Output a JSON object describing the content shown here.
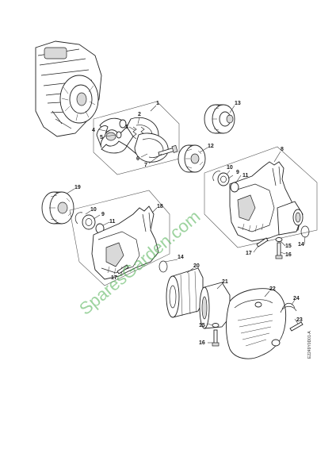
{
  "labels": {
    "l1": "1",
    "l2": "2",
    "l3": "3",
    "l4": "4",
    "l5": "5",
    "l6": "6",
    "l7": "7",
    "l8": "8",
    "l9a": "9",
    "l9b": "9",
    "l10a": "10",
    "l10b": "10",
    "l11a": "11",
    "l11b": "11",
    "l12": "12",
    "l13": "13",
    "l14a": "14",
    "l14b": "14",
    "l15a": "15",
    "l15b": "15",
    "l16a": "16",
    "l16b": "16",
    "l17a": "17",
    "l17b": "17",
    "l18": "18",
    "l19": "19",
    "l20": "20",
    "l21": "21",
    "l22": "22",
    "l23": "23",
    "l24": "24"
  },
  "watermark": "SparesGarden.com",
  "drawing_code": "E2249Y0D01-A"
}
